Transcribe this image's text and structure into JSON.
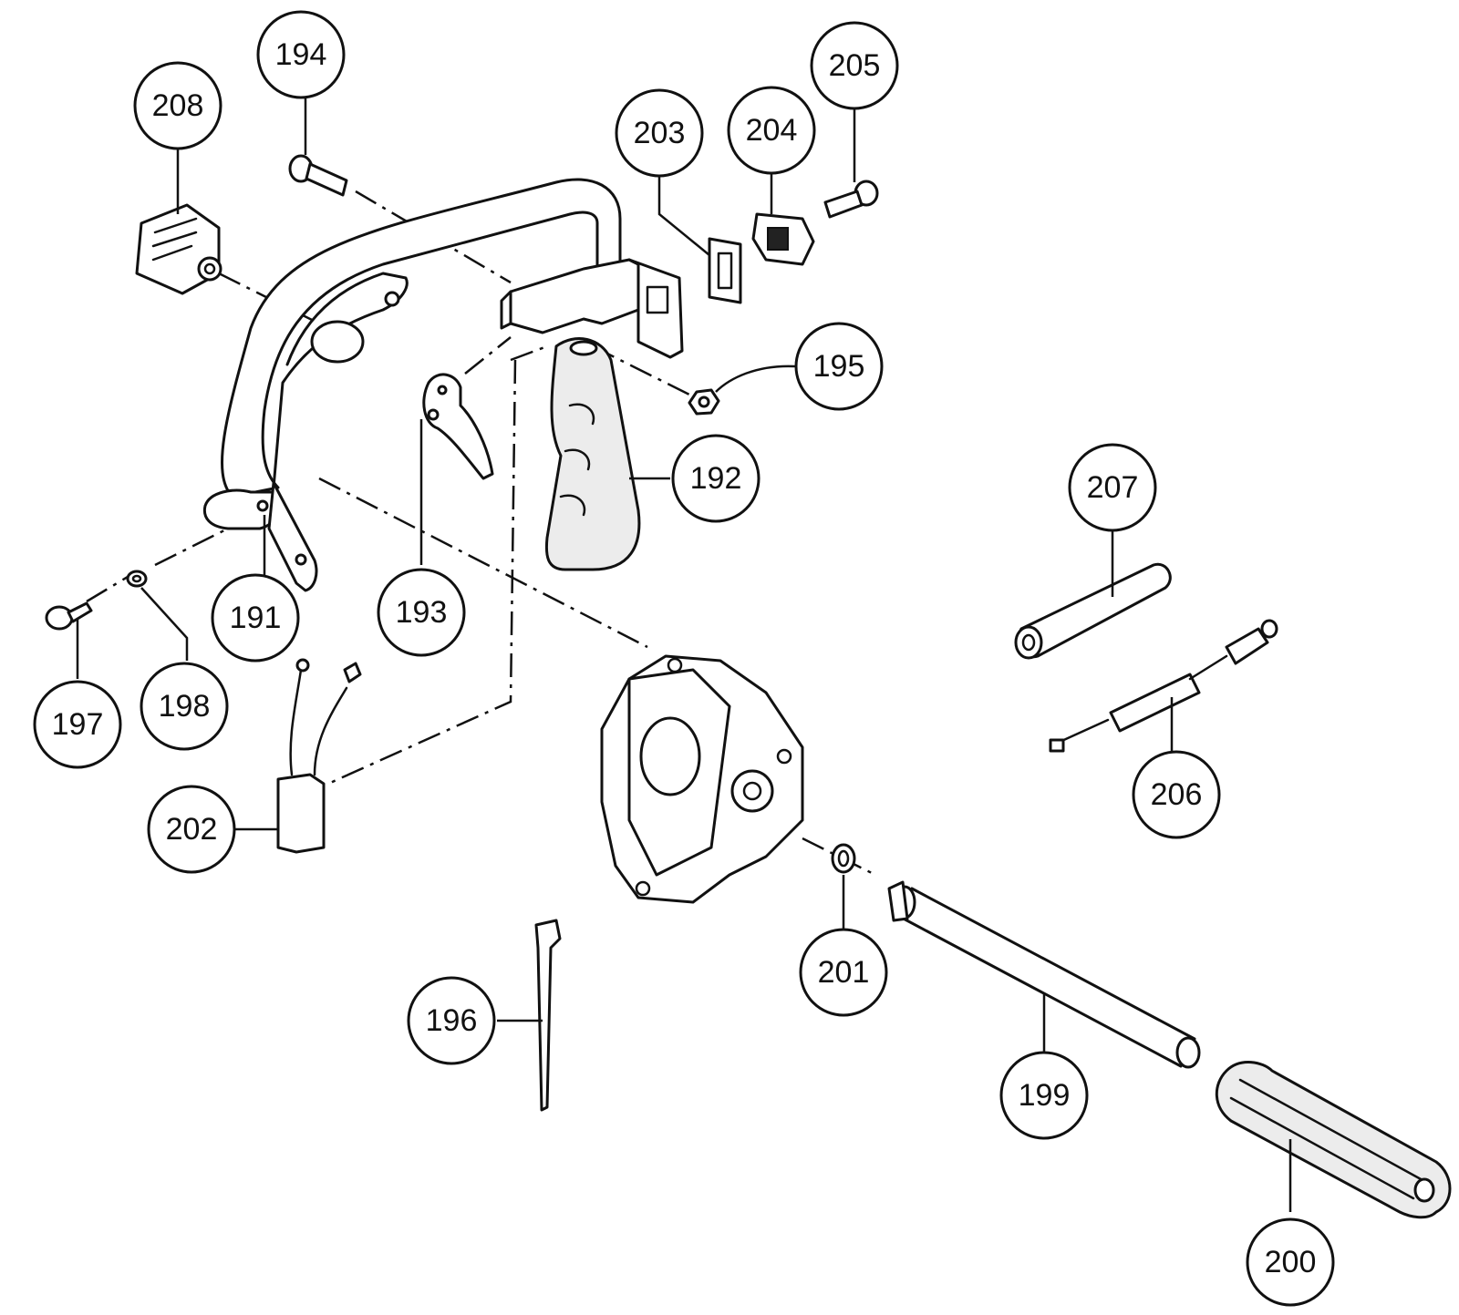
{
  "callouts": [
    {
      "id": "191",
      "label": "191"
    },
    {
      "id": "192",
      "label": "192"
    },
    {
      "id": "193",
      "label": "193"
    },
    {
      "id": "194",
      "label": "194"
    },
    {
      "id": "195",
      "label": "195"
    },
    {
      "id": "196",
      "label": "196"
    },
    {
      "id": "197",
      "label": "197"
    },
    {
      "id": "198",
      "label": "198"
    },
    {
      "id": "199",
      "label": "199"
    },
    {
      "id": "200",
      "label": "200"
    },
    {
      "id": "201",
      "label": "201"
    },
    {
      "id": "202",
      "label": "202"
    },
    {
      "id": "203",
      "label": "203"
    },
    {
      "id": "204",
      "label": "204"
    },
    {
      "id": "205",
      "label": "205"
    },
    {
      "id": "206",
      "label": "206"
    },
    {
      "id": "207",
      "label": "207"
    },
    {
      "id": "208",
      "label": "208"
    }
  ]
}
